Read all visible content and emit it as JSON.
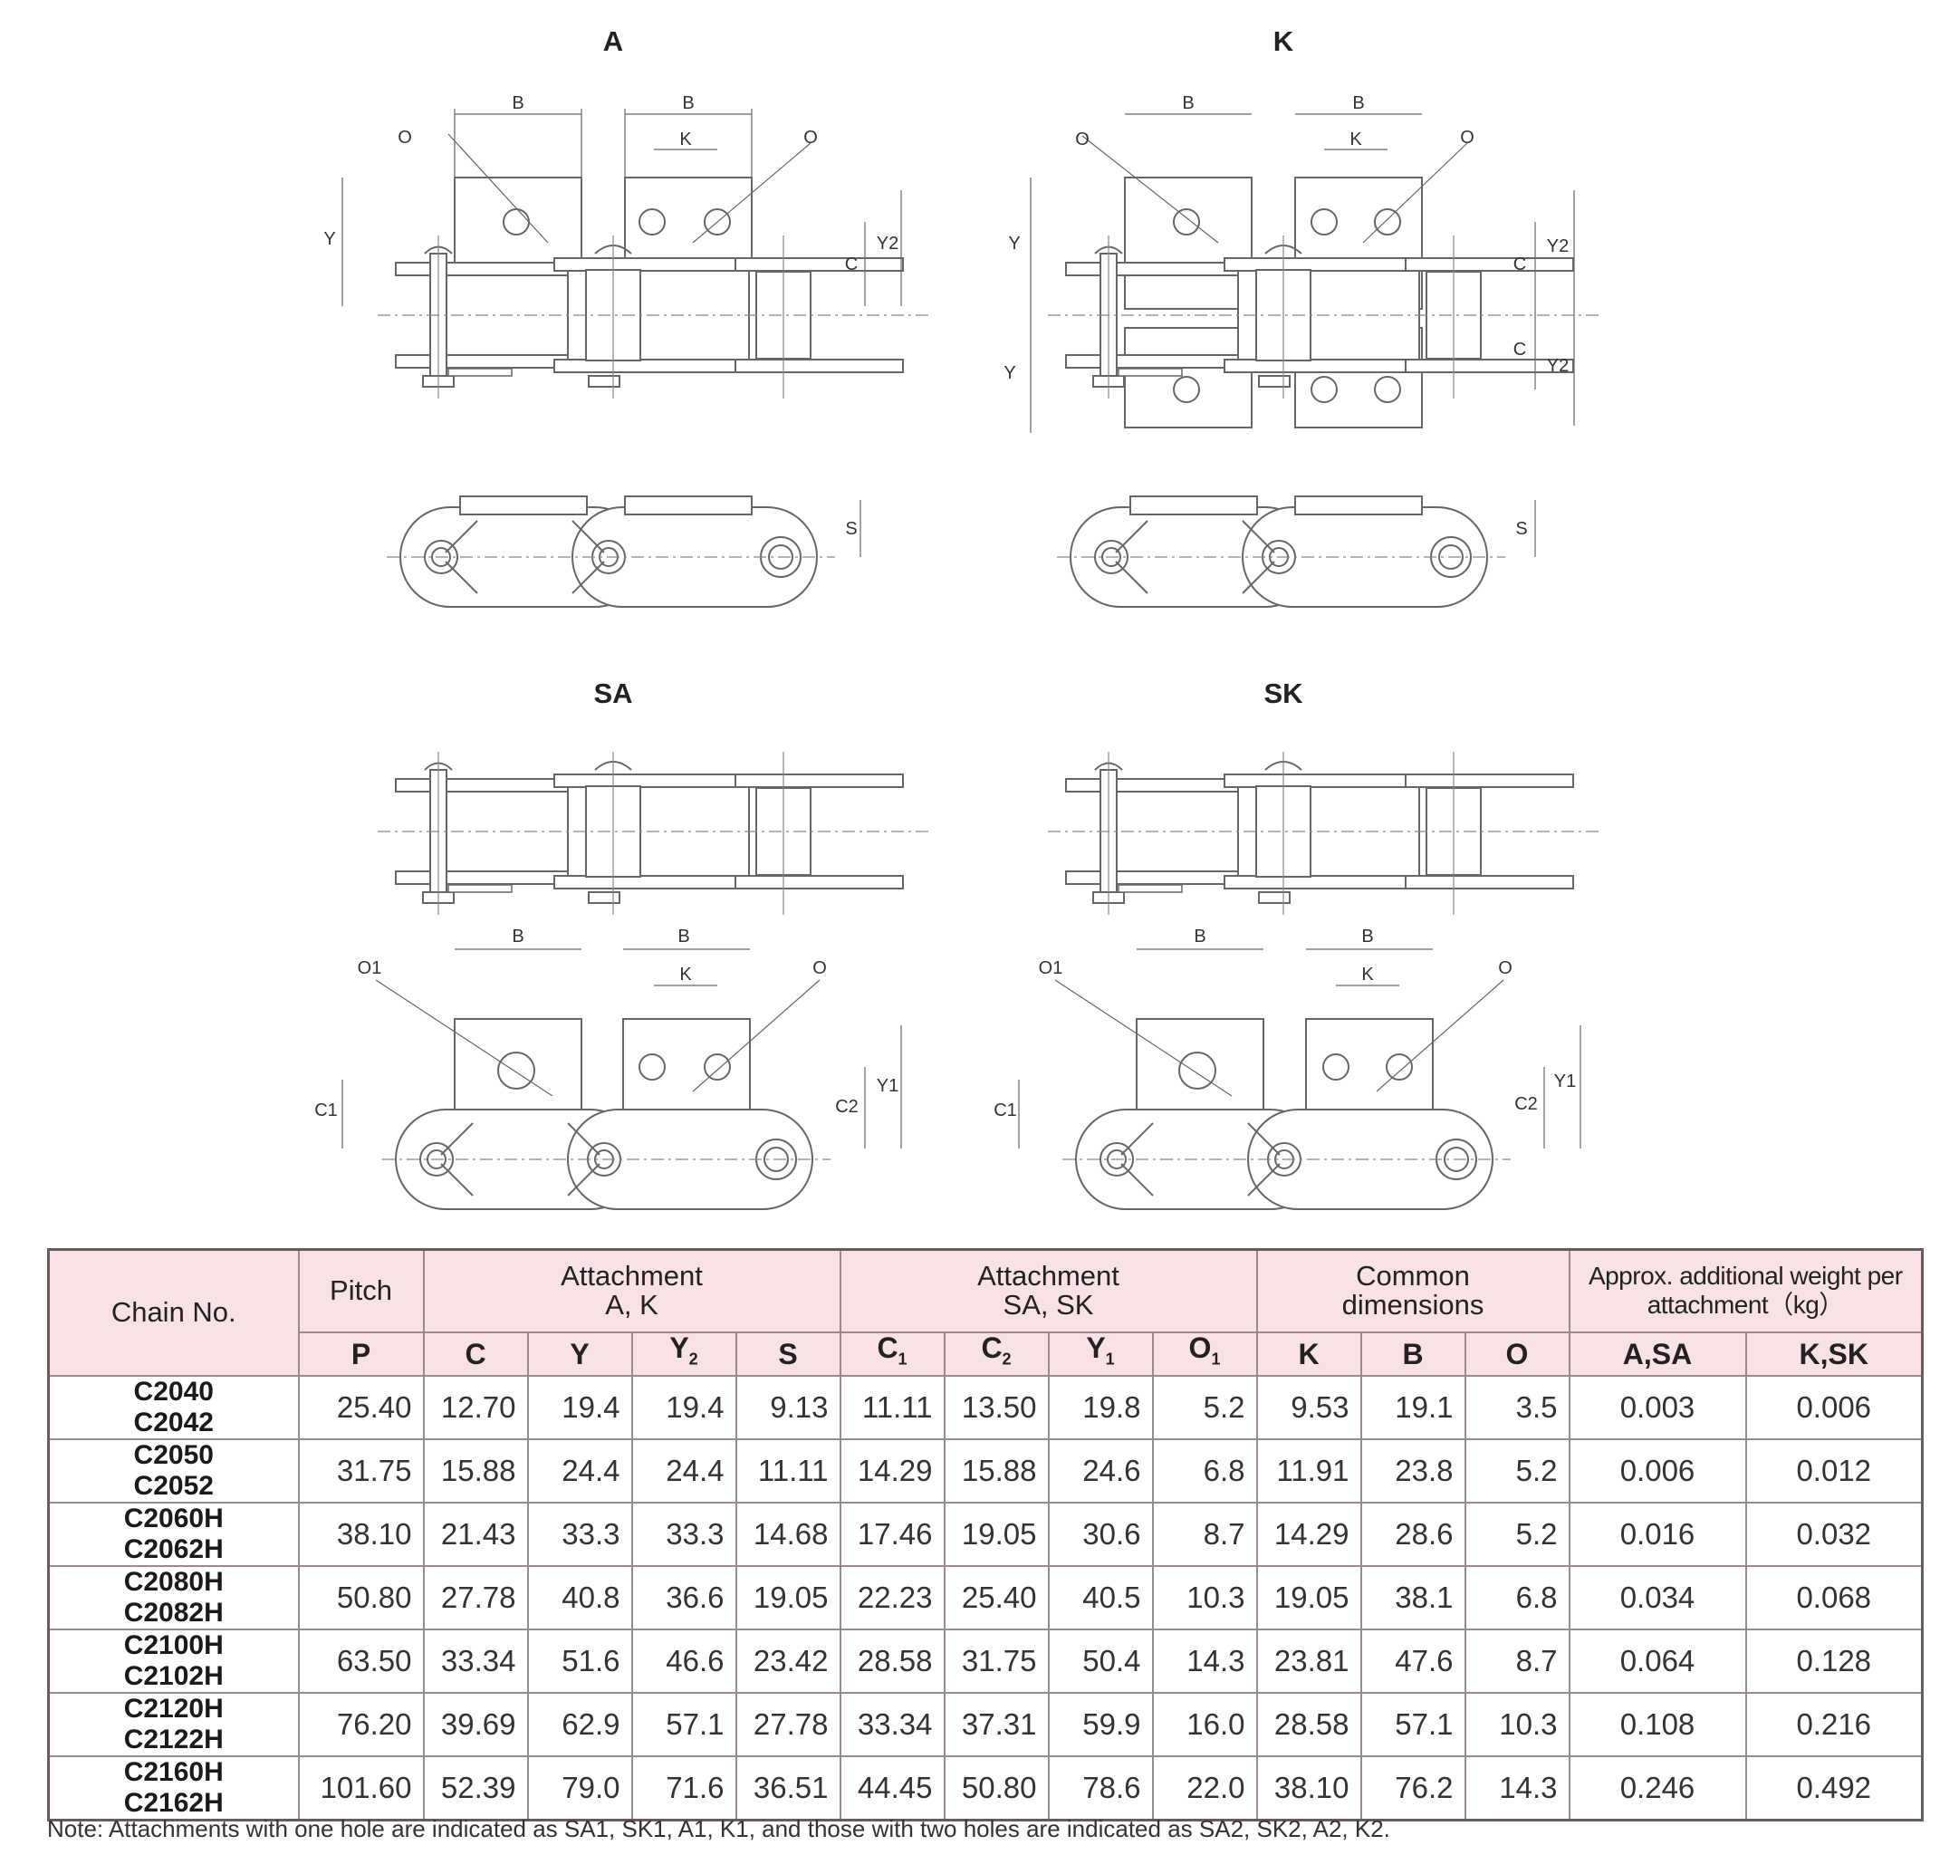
{
  "views": {
    "a": {
      "title": "A"
    },
    "k": {
      "title": "K"
    },
    "sa": {
      "title": "SA"
    },
    "sk": {
      "title": "SK"
    }
  },
  "dim_labels": {
    "b": "B",
    "k": "K",
    "o": "O",
    "o1": "O1",
    "y": "Y",
    "y1": "Y1",
    "y2": "Y2",
    "c": "C",
    "c1": "C1",
    "c2": "C2",
    "s": "S"
  },
  "table": {
    "headers": {
      "chain_no": "Chain No.",
      "pitch": "Pitch",
      "group_ak_line1": "Attachment",
      "group_ak_line2": "A, K",
      "group_sask_line1": "Attachment",
      "group_sask_line2": "SA, SK",
      "group_common_line1": "Common",
      "group_common_line2": "dimensions",
      "group_weight_line1": "Approx. additional weight per",
      "group_weight_line2": "attachment（kg）"
    },
    "symbols": {
      "p": "P",
      "c": "C",
      "y": "Y",
      "y2_base": "Y",
      "y2_sub": "2",
      "s": "S",
      "c1_base": "C",
      "c1_sub": "1",
      "c2_base": "C",
      "c2_sub": "2",
      "y1_base": "Y",
      "y1_sub": "1",
      "o1_base": "O",
      "o1_sub": "1",
      "k": "K",
      "b": "B",
      "o": "O",
      "a_sa": "A,SA",
      "k_sk": "K,SK"
    },
    "rows": [
      {
        "chain1": "C2040",
        "chain2": "C2042",
        "p": "25.40",
        "c": "12.70",
        "y": "19.4",
        "y2": "19.4",
        "s": "9.13",
        "c1": "11.11",
        "c2": "13.50",
        "y1": "19.8",
        "o1": "5.2",
        "k": "9.53",
        "b": "19.1",
        "o": "3.5",
        "w_a_sa": "0.003",
        "w_k_sk": "0.006"
      },
      {
        "chain1": "C2050",
        "chain2": "C2052",
        "p": "31.75",
        "c": "15.88",
        "y": "24.4",
        "y2": "24.4",
        "s": "11.11",
        "c1": "14.29",
        "c2": "15.88",
        "y1": "24.6",
        "o1": "6.8",
        "k": "11.91",
        "b": "23.8",
        "o": "5.2",
        "w_a_sa": "0.006",
        "w_k_sk": "0.012"
      },
      {
        "chain1": "C2060H",
        "chain2": "C2062H",
        "p": "38.10",
        "c": "21.43",
        "y": "33.3",
        "y2": "33.3",
        "s": "14.68",
        "c1": "17.46",
        "c2": "19.05",
        "y1": "30.6",
        "o1": "8.7",
        "k": "14.29",
        "b": "28.6",
        "o": "5.2",
        "w_a_sa": "0.016",
        "w_k_sk": "0.032"
      },
      {
        "chain1": "C2080H",
        "chain2": "C2082H",
        "p": "50.80",
        "c": "27.78",
        "y": "40.8",
        "y2": "36.6",
        "s": "19.05",
        "c1": "22.23",
        "c2": "25.40",
        "y1": "40.5",
        "o1": "10.3",
        "k": "19.05",
        "b": "38.1",
        "o": "6.8",
        "w_a_sa": "0.034",
        "w_k_sk": "0.068"
      },
      {
        "chain1": "C2100H",
        "chain2": "C2102H",
        "p": "63.50",
        "c": "33.34",
        "y": "51.6",
        "y2": "46.6",
        "s": "23.42",
        "c1": "28.58",
        "c2": "31.75",
        "y1": "50.4",
        "o1": "14.3",
        "k": "23.81",
        "b": "47.6",
        "o": "8.7",
        "w_a_sa": "0.064",
        "w_k_sk": "0.128"
      },
      {
        "chain1": "C2120H",
        "chain2": "C2122H",
        "p": "76.20",
        "c": "39.69",
        "y": "62.9",
        "y2": "57.1",
        "s": "27.78",
        "c1": "33.34",
        "c2": "37.31",
        "y1": "59.9",
        "o1": "16.0",
        "k": "28.58",
        "b": "57.1",
        "o": "10.3",
        "w_a_sa": "0.108",
        "w_k_sk": "0.216"
      },
      {
        "chain1": "C2160H",
        "chain2": "C2162H",
        "p": "101.60",
        "c": "52.39",
        "y": "79.0",
        "y2": "71.6",
        "s": "36.51",
        "c1": "44.45",
        "c2": "50.80",
        "y1": "78.6",
        "o1": "22.0",
        "k": "38.10",
        "b": "76.2",
        "o": "14.3",
        "w_a_sa": "0.246",
        "w_k_sk": "0.492"
      }
    ]
  },
  "note": "Note: Attachments with one hole are indicated as SA1, SK1, A1, K1, and those with two holes are indicated as SA2, SK2, A2, K2."
}
